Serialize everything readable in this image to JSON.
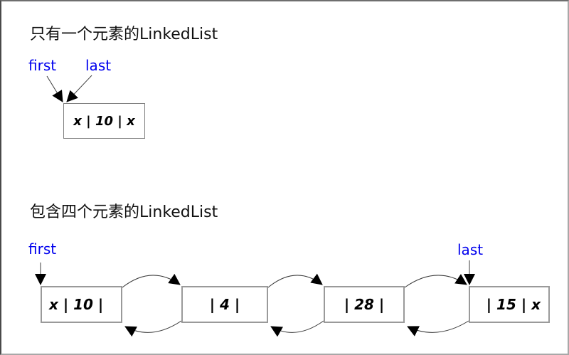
{
  "diagram": {
    "colors": {
      "label": "#0000ee",
      "box_border": "#9a9a9a",
      "line": "#3c3c3c",
      "arrow": "#000000"
    },
    "section_single": {
      "title": "只有一个元素的LinkedList",
      "first_label": "first",
      "last_label": "last",
      "node": "x | 10 | x"
    },
    "section_four": {
      "title": "包含四个元素的LinkedList",
      "first_label": "first",
      "last_label": "last",
      "nodes": [
        "x | 10 |",
        "| 4 |",
        "| 28 |",
        "| 15 | x"
      ]
    }
  }
}
